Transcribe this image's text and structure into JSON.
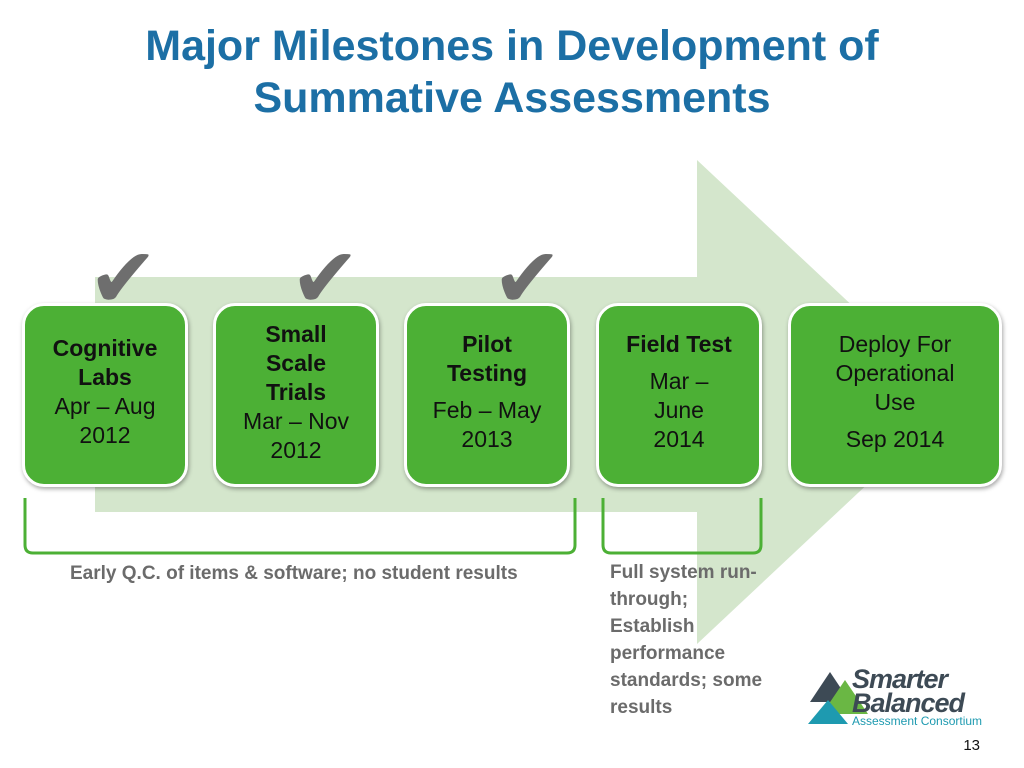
{
  "slide": {
    "title_line1": "Major Milestones in Development of",
    "title_line2": "Summative Assessments",
    "page_number": "13"
  },
  "milestones": [
    {
      "name": "Cognitive Labs",
      "date": "Apr – Aug 2012",
      "completed": true
    },
    {
      "name": "Small Scale Trials",
      "date": "Mar – Nov 2012",
      "completed": true
    },
    {
      "name": "Pilot Testing",
      "date": "Feb – May 2013",
      "completed": true
    },
    {
      "name": "Field Test",
      "date": "Mar – June 2014",
      "completed": false
    },
    {
      "name": "Deploy For Operational Use",
      "date": "Sep 2014",
      "completed": false
    }
  ],
  "notes": {
    "early": "Early Q.C. of items & software; no student results",
    "field": "Full system run-through; Establish performance standards; some results"
  },
  "check_glyph": "✔",
  "logo": {
    "line1": "Smarter",
    "line2": "Balanced",
    "line3": "Assessment Consortium"
  },
  "colors": {
    "title": "#1c6fa5",
    "box": "#4cb035",
    "arrow": "#d4e6cc",
    "check": "#6e6e6e",
    "note": "#6b6b6b"
  }
}
